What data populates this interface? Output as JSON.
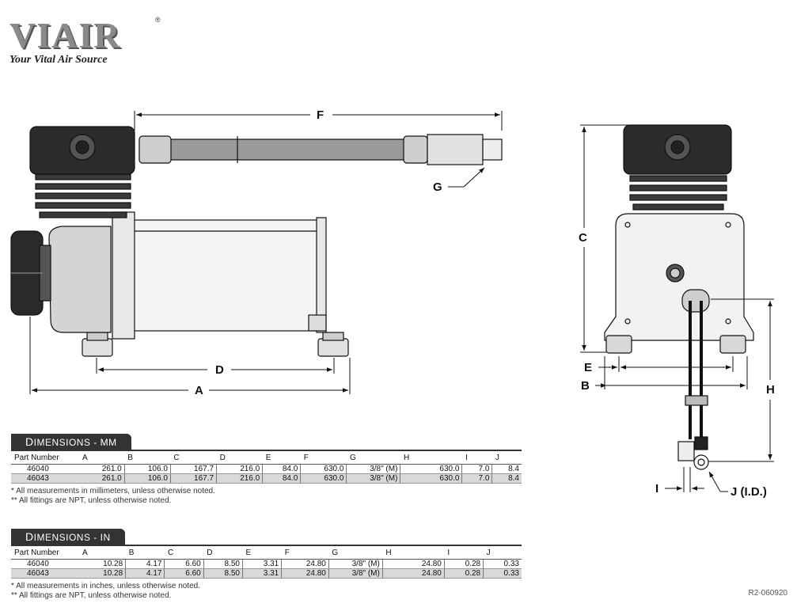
{
  "logo": {
    "brand": "VIAIR",
    "registered": "®",
    "tagline": "Your Vital Air Source"
  },
  "dimension_labels": {
    "A": "A",
    "B": "B",
    "C": "C",
    "D": "D",
    "E": "E",
    "F": "F",
    "G": "G",
    "H": "H",
    "I": "I",
    "J": "J (I.D.)"
  },
  "mm_table": {
    "title_cap": "D",
    "title_rest": "IMENSIONS - MM",
    "headers": [
      "Part Number",
      "A",
      "B",
      "C",
      "D",
      "E",
      "F",
      "G",
      "H",
      "I",
      "J"
    ],
    "rows": [
      [
        "46040",
        "261.0",
        "106.0",
        "167.7",
        "216.0",
        "84.0",
        "630.0",
        "3/8\" (M)",
        "630.0",
        "7.0",
        "8.4"
      ],
      [
        "46043",
        "261.0",
        "106.0",
        "167.7",
        "216.0",
        "84.0",
        "630.0",
        "3/8\" (M)",
        "630.0",
        "7.0",
        "8.4"
      ]
    ],
    "notes": [
      "* All measurements in millimeters, unless otherwise noted.",
      "** All fittings are NPT, unless otherwise noted."
    ]
  },
  "in_table": {
    "title_cap": "D",
    "title_rest": "IMENSIONS - IN",
    "headers": [
      "Part Number",
      "A",
      "B",
      "C",
      "D",
      "E",
      "F",
      "G",
      "H",
      "I",
      "J"
    ],
    "rows": [
      [
        "46040",
        "10.28",
        "4.17",
        "6.60",
        "8.50",
        "3.31",
        "24.80",
        "3/8\" (M)",
        "24.80",
        "0.28",
        "0.33"
      ],
      [
        "46043",
        "10.28",
        "4.17",
        "6.60",
        "8.50",
        "3.31",
        "24.80",
        "3/8\" (M)",
        "24.80",
        "0.28",
        "0.33"
      ]
    ],
    "notes": [
      "* All measurements in inches, unless otherwise noted.",
      "** All fittings are NPT, unless otherwise noted."
    ]
  },
  "revision_code": "R2-060920"
}
